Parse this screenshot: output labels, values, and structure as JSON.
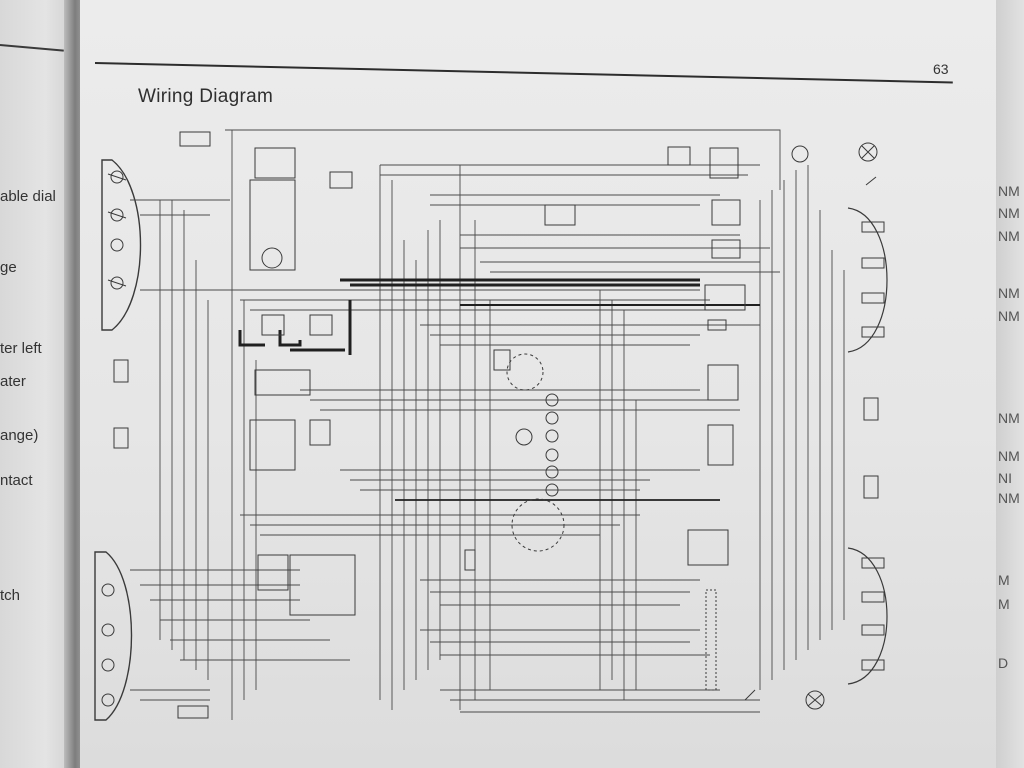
{
  "page": {
    "title": "Wiring Diagram",
    "number": "63"
  },
  "left_page_fragments": [
    "able dial",
    "ge",
    "ter left",
    "ater",
    "ange)",
    "ntact",
    "tch"
  ],
  "right_page_fragments": [
    "NM",
    "NM",
    "NM",
    "NM",
    "NM",
    "NM",
    "NM",
    "NI",
    "NM",
    "M",
    "M",
    "D"
  ]
}
